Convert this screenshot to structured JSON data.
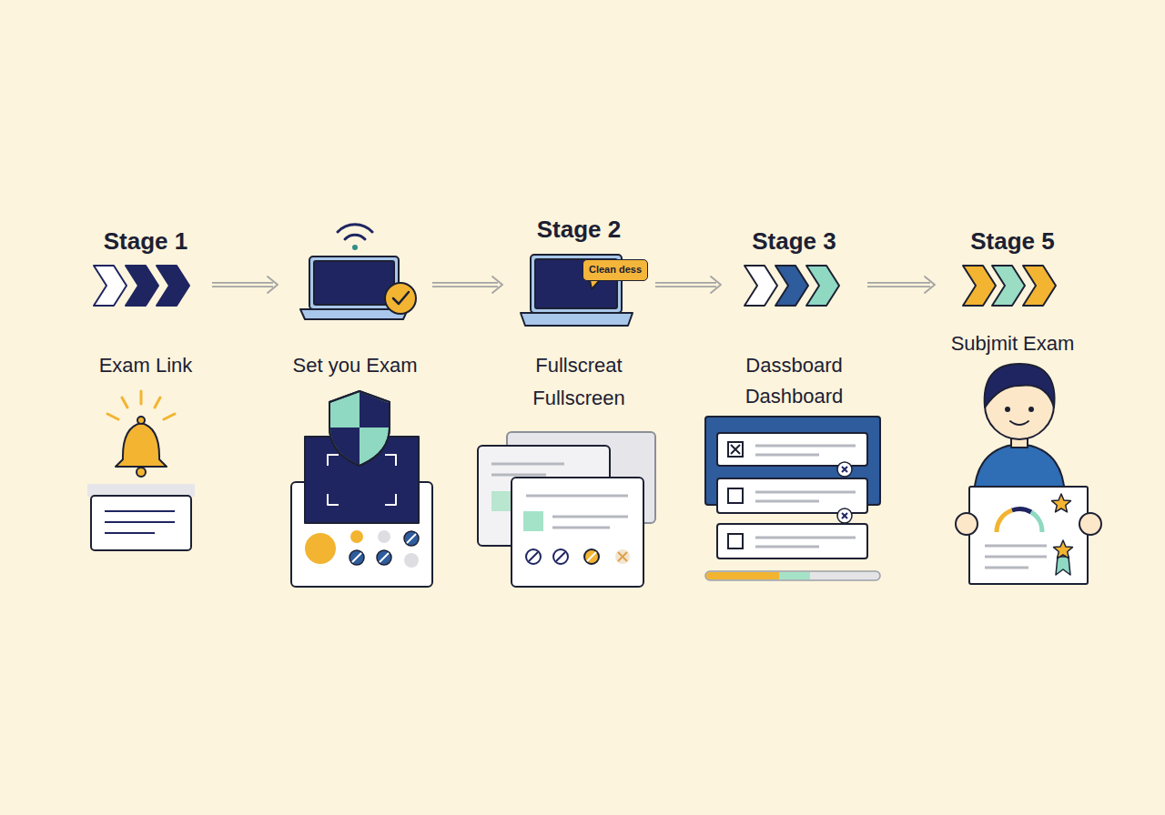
{
  "diagram": {
    "nodes": [
      {
        "text": [
          "Stage 1",
          "Exam Link"
        ]
      },
      {
        "text": [
          "Set you Exam"
        ]
      },
      {
        "text": [
          "Stage 2",
          "Fullscreat Fullscreen"
        ]
      },
      {
        "text": [
          "Clean dess"
        ],
        "in": 2
      },
      {
        "text": [
          "Stage 3",
          "Dassboard Dashboard"
        ]
      },
      {
        "text": [
          "Stage 5",
          "Subjmit Exam"
        ]
      }
    ],
    "edges": [
      {
        "from": 0,
        "to": 1,
        "arrow": "to"
      },
      {
        "from": 1,
        "to": 2,
        "arrow": "to"
      },
      {
        "from": 2,
        "to": 4,
        "arrow": "to"
      },
      {
        "from": 4,
        "to": 5,
        "arrow": "to"
      }
    ]
  }
}
